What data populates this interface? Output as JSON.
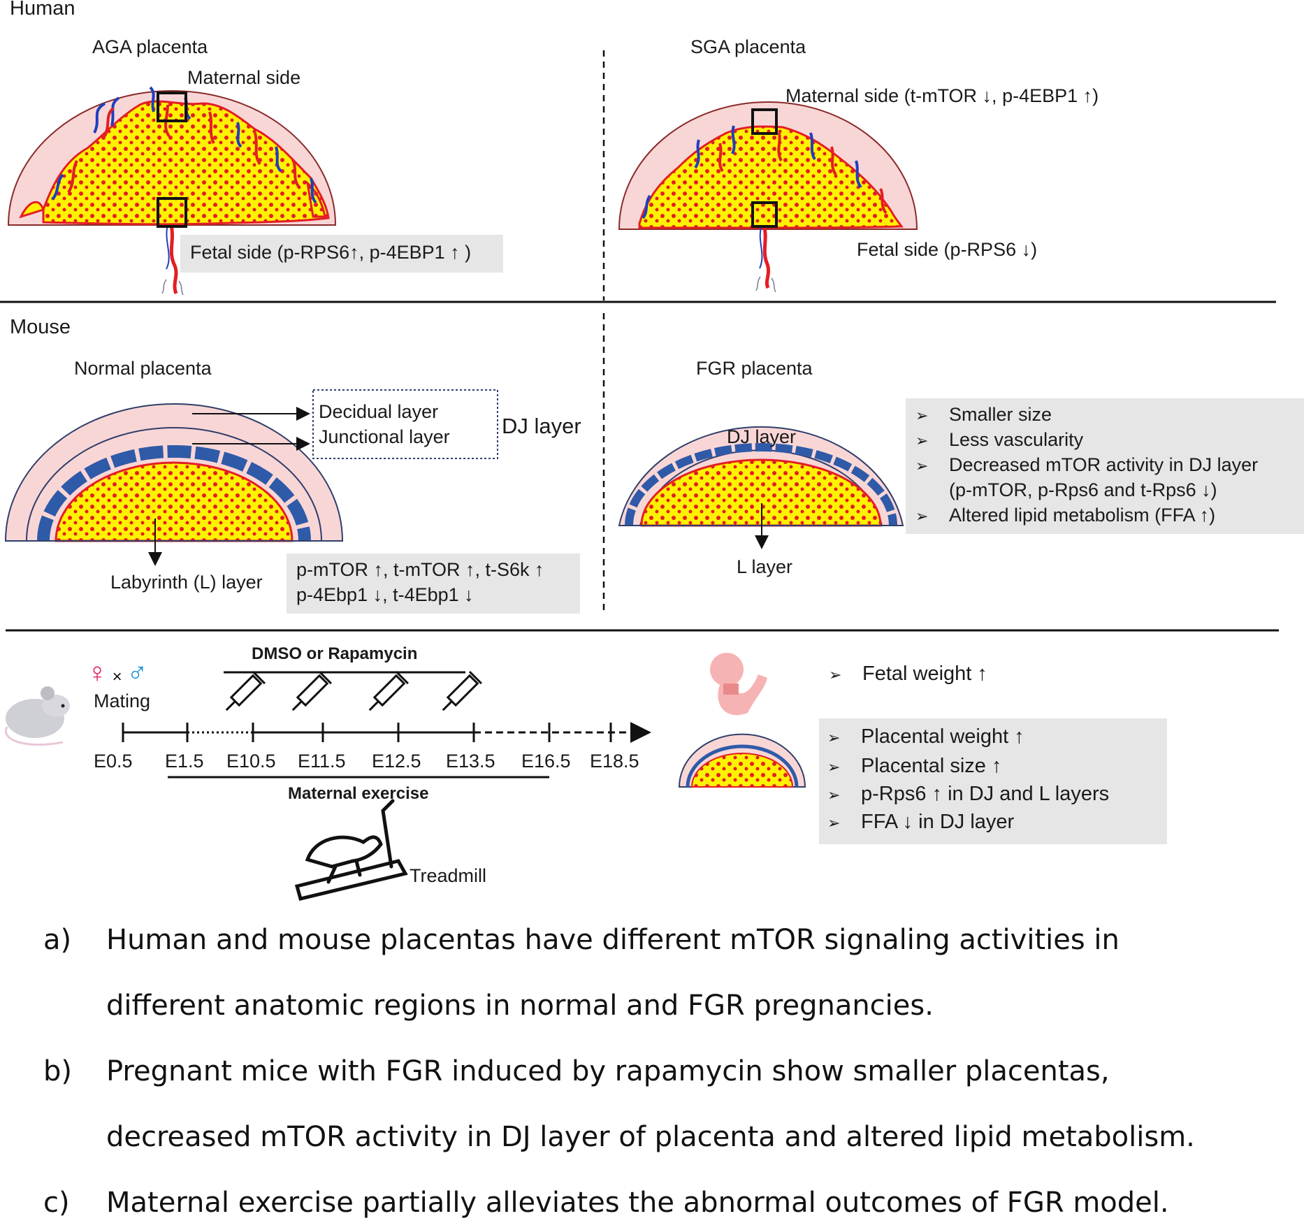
{
  "human": {
    "section_label": "Human",
    "aga": {
      "title": "AGA placenta",
      "maternal_label": "Maternal side",
      "fetal_label": "Fetal side (p-RPS6↑, p-4EBP1 ↑ )"
    },
    "sga": {
      "title": "SGA placenta",
      "maternal_label": "Maternal side (t-mTOR ↓, p-4EBP1 ↑)",
      "fetal_label": "Fetal  side (p-RPS6 ↓)"
    }
  },
  "mouse": {
    "section_label": "Mouse",
    "normal": {
      "title": "Normal placenta",
      "decidual_label": "Decidual layer",
      "junctional_label": "Junctional layer",
      "dj_label": "DJ layer",
      "labyrinth_label": "Labyrinth  (L) layer",
      "markers": [
        "p-mTOR ↑, t-mTOR ↑, t-S6k ↑",
        "p-4Ebp1 ↓, t-4Ebp1 ↓"
      ]
    },
    "fgr": {
      "title": "FGR placenta",
      "dj_label": "DJ layer",
      "l_label": "L layer",
      "findings": [
        "Smaller size",
        "Less vascularity",
        "Decreased mTOR activity in DJ layer",
        "(p-mTOR, p-Rps6 and t-Rps6 ↓)",
        "Altered lipid metabolism (FFA ↑)"
      ]
    }
  },
  "experiment": {
    "sex_symbols": "♀ × ♂",
    "mating_label": "Mating",
    "drug_label": "DMSO or Rapamycin",
    "timepoints": [
      "E0.5",
      "E1.5",
      "E10.5",
      "E11.5",
      "E12.5",
      "E13.5",
      "E16.5",
      "E18.5"
    ],
    "exercise_label": "Maternal exercise",
    "treadmill_label": "Treadmill",
    "fetal_outcome": "Fetal weight ↑",
    "placental_outcomes": [
      "Placental  weight ↑",
      "Placental  size ↑",
      "p-Rps6 ↑ in DJ and L layers",
      "FFA ↓ in DJ layer"
    ]
  },
  "captions": [
    {
      "marker": "a)",
      "lines": [
        "Human and mouse placentas have different mTOR signaling activities in",
        "different anatomic regions in normal and FGR pregnancies."
      ]
    },
    {
      "marker": "b)",
      "lines": [
        "Pregnant mice with FGR induced by rapamycin show smaller placentas,",
        "decreased mTOR activity in DJ layer of placenta and altered lipid metabolism."
      ]
    },
    {
      "marker": "c)",
      "lines": [
        "Maternal exercise partially alleviates the abnormal outcomes of FGR model."
      ]
    }
  ],
  "colors": {
    "placenta_fill": "#f9d6d6",
    "villi_fill": "#fff200",
    "villi_stroke": "#e31e24",
    "vessel_red": "#e31e24",
    "vessel_blue": "#1f3fbf",
    "jz_band": "#2f5aa8",
    "box_gray": "#e6e6e6"
  }
}
